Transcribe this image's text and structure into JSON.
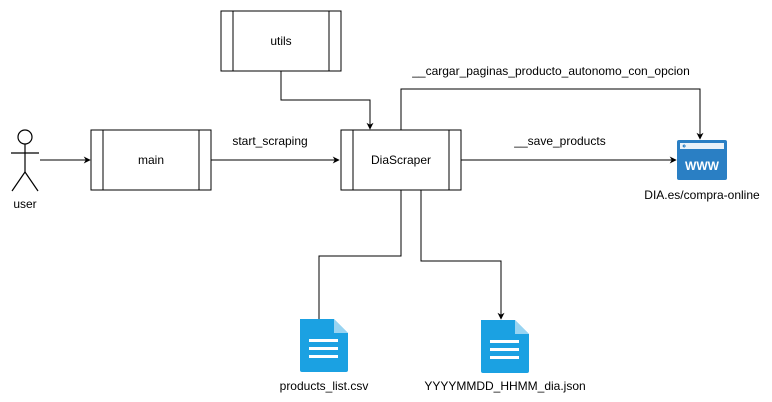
{
  "nodes": {
    "user": "user",
    "main": "main",
    "utils": "utils",
    "diascraper": "DiaScraper",
    "website": "DIA.es/compra-online",
    "products_csv": "products_list.csv",
    "json_output": "YYYYMMDD_HHMM_dia.json"
  },
  "edges": {
    "start_scraping": "start_scraping",
    "save_products": "__save_products",
    "cargar_paginas": "__cargar_paginas_producto_autonomo_con_opcion"
  },
  "icons": {
    "actor": "person-icon",
    "website": "web-browser-icon",
    "file": "document-icon"
  },
  "colors": {
    "stroke": "#000000",
    "file_icon": "#1BA1E2",
    "web_icon": "#2A7FC4"
  }
}
